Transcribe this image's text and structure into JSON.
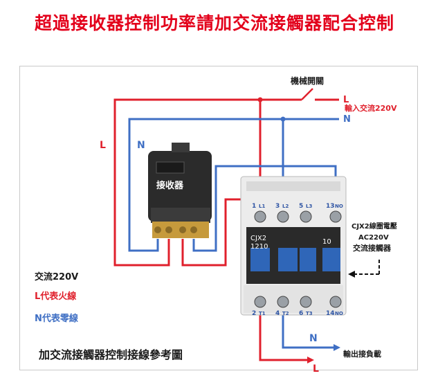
{
  "title": "超過接收器控制功率請加交流接觸器配合控制",
  "labels": {
    "mech_switch": "機械開關",
    "input": "輸入交流220V",
    "L_top": "L",
    "N_top": "N",
    "L_left": "L",
    "N_left": "N",
    "receiver": "接收器",
    "contactor_model": "CJX2",
    "contactor_rating": "1210",
    "contactor_right": "10",
    "coil_voltage": "CJX2線圈電壓",
    "ac220": "AC220V",
    "contactor_name": "交流接觸器",
    "legend_ac": "交流220V",
    "legend_L": "L代表火線",
    "legend_N": "N代表零線",
    "caption": "加交流接觸器控制接線參考圖",
    "N_bottom": "N",
    "L_bottom": "L",
    "output": "輸出接負載",
    "term_top": [
      "1",
      "3",
      "5",
      "13"
    ],
    "term_top_sub": [
      "L1",
      "L2",
      "L3",
      "NO"
    ],
    "term_bottom": [
      "2",
      "4",
      "6",
      "14"
    ],
    "term_bottom_sub": [
      "T1",
      "T2",
      "T3",
      "NO"
    ]
  },
  "colors": {
    "title": "#e3001b",
    "live": "#e0202c",
    "neutral": "#3f6fc4",
    "text": "#1a1a1a"
  }
}
